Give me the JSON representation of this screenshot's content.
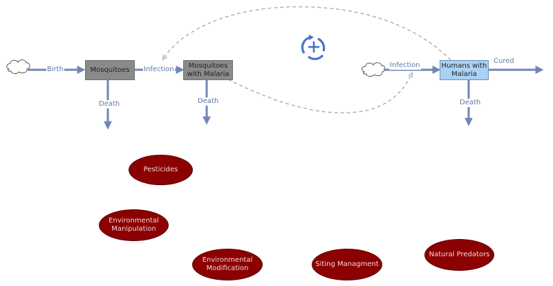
{
  "stocks": {
    "mosquitoes": "Mosquitoes",
    "mosquitoes_with_malaria": "Mosquitoes with Malaria",
    "humans_with_malaria": "Humans with Malaria"
  },
  "flows": {
    "birth": "Birth",
    "infection_mosquito": "Infection",
    "death_mosquitoes": "Death",
    "death_mosquitoes_malaria": "Death",
    "infection_human": "Infection",
    "cured": "Cured",
    "death_humans": "Death"
  },
  "loop": {
    "polarity": "+"
  },
  "interventions": {
    "pesticides": "Pesticides",
    "environmental_manipulation": "Environmental Manipulation",
    "environmental_modification": "Environmental Modification",
    "siting_managment": "Siting Managment",
    "natural_predators": "Natural Predators"
  },
  "colors": {
    "flow": "#6f87b5",
    "dashed_link": "#a6a6a6",
    "stock_gray": "#8a8a8a",
    "stock_blue": "#a9d2f5",
    "intervention": "#8b0000",
    "loop_icon": "#4a6fd4"
  }
}
